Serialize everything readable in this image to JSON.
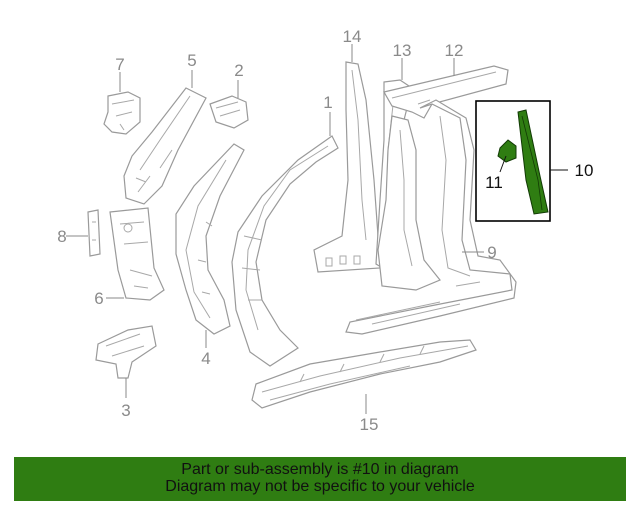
{
  "callouts": {
    "c1": "1",
    "c2": "2",
    "c3": "3",
    "c4": "4",
    "c5": "5",
    "c6": "6",
    "c7": "7",
    "c8": "8",
    "c9": "9",
    "c10": "10",
    "c11": "11",
    "c12": "12",
    "c13": "13",
    "c14": "14",
    "c15": "15"
  },
  "highlight": {
    "part_number": "10",
    "color": "#2f7d12",
    "box_border": "#000000"
  },
  "banner": {
    "line1": "Part or sub-assembly is #10 in diagram",
    "line2": "Diagram may not be specific to your vehicle",
    "background": "#2f7d12"
  }
}
